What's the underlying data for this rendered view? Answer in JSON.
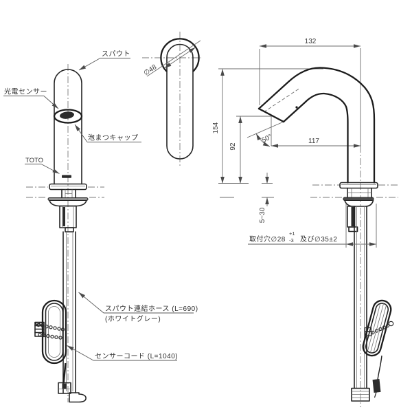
{
  "drawing": {
    "type": "technical-diagram",
    "product": "sensor faucet 3-view drawing",
    "colors": {
      "object_line": "#242424",
      "dimension_line": "#6b6b6b",
      "text": "#2f2f2f",
      "background": "#ffffff",
      "sensor_window": "#0d0d0d"
    },
    "front_view": {
      "label_spout": "スパウト",
      "label_photoelectric_sensor": "光電センサー",
      "label_aerator_cap": "泡まつキャップ",
      "label_logo": "TOTO",
      "label_spout_hose": "スパウト連結ホース (L=690)",
      "label_spout_hose_color": "(ホワイトグレー)",
      "label_sensor_cord": "センサーコード (L=1040)"
    },
    "top_view": {
      "dim_diameter": "∅48"
    },
    "side_view": {
      "dim_top_reach": "132",
      "dim_total_height": "154",
      "dim_spout_height": "92",
      "dim_tip_reach": "117",
      "dim_discharge_angle": "50°",
      "dim_deck_thickness": "5~30",
      "note_hole_prefix": "取付穴∅28",
      "note_hole_tol_plus": "+1",
      "note_hole_tol_minus": "-3",
      "note_hole_suffix": "及び∅35±2"
    }
  }
}
